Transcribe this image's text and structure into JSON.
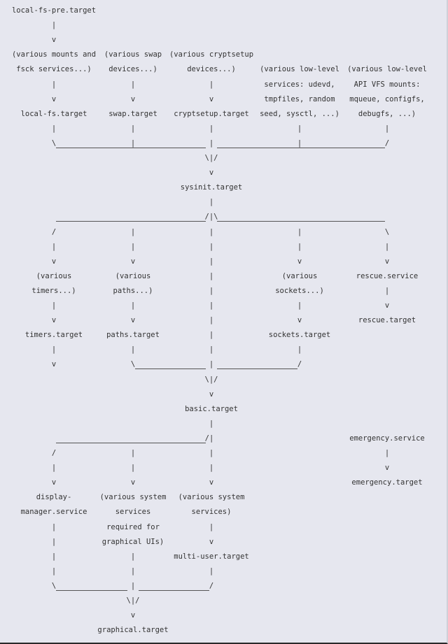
{
  "diagram": {
    "title": "systemd bootup dependency chart",
    "nodes": {
      "local_fs_pre": "local-fs-pre.target",
      "mounts": [
        "(various mounts and",
        "fsck services...)"
      ],
      "swap_dev": [
        "(various swap",
        "devices...)"
      ],
      "crypt_dev": [
        "(various cryptsetup",
        "devices...)"
      ],
      "lowlevel_svc": [
        "(various low-level",
        "services: udevd,",
        "tmpfiles, random",
        "seed, sysctl, ...)"
      ],
      "vfs": [
        "(various low-level",
        "API VFS mounts:",
        "mqueue, configfs,",
        "debugfs, ...)"
      ],
      "local_fs": "local-fs.target",
      "swap": "swap.target",
      "cryptsetup": "cryptsetup.target",
      "sysinit": "sysinit.target",
      "timers_var": [
        "(various",
        "timers...)"
      ],
      "paths_var": [
        "(various",
        "paths...)"
      ],
      "sockets_var": [
        "(various",
        "sockets...)"
      ],
      "rescue_service": "rescue.service",
      "rescue_target": "rescue.target",
      "timers": "timers.target",
      "paths": "paths.target",
      "sockets": "sockets.target",
      "basic": "basic.target",
      "emergency_service": "emergency.service",
      "emergency_target": "emergency.target",
      "display_manager": [
        "display-",
        "manager.service"
      ],
      "gui_services": [
        "(various system",
        "services",
        "required for",
        "graphical UIs)"
      ],
      "sys_services": [
        "(various system",
        "services)"
      ],
      "multi_user": "multi-user.target",
      "graphical": "graphical.target"
    },
    "glyphs": {
      "pipe": "|",
      "arrow": "v",
      "merge": "\\|/",
      "split": "/|\\",
      "split_left": "/|",
      "slash": "/",
      "backslash": "\\"
    }
  }
}
